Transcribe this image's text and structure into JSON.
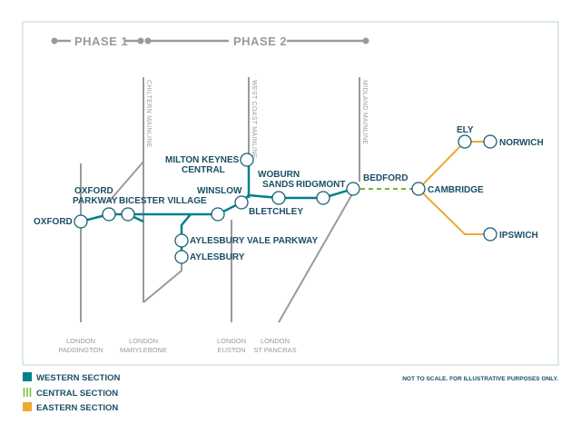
{
  "phases": {
    "phase1": "PHASE 1",
    "phase2": "PHASE 2"
  },
  "rail_lines": {
    "chiltern": "CHILTERN MAINLINE",
    "west_coast": "WEST COAST MAINLINE",
    "midland": "MIDLAND MAINLINE"
  },
  "termini": {
    "paddington": [
      "LONDON",
      "PADDINGTON"
    ],
    "marylebone": [
      "LONDON",
      "MARYLEBONE"
    ],
    "euston": [
      "LONDON",
      "EUSTON"
    ],
    "st_pancras": [
      "LONDON",
      "ST PANCRAS"
    ]
  },
  "stations": {
    "oxford": "OXFORD",
    "oxford_parkway": [
      "OXFORD",
      "PARKWAY"
    ],
    "bicester_village": "BICESTER VILLAGE",
    "winslow": "WINSLOW",
    "aylesbury_vale_parkway": "AYLESBURY VALE PARKWAY",
    "aylesbury": "AYLESBURY",
    "milton_keynes_central": [
      "MILTON KEYNES",
      "CENTRAL"
    ],
    "bletchley": "BLETCHLEY",
    "woburn_sands": [
      "WOBURN",
      "SANDS"
    ],
    "ridgmont": "RIDGMONT",
    "bedford": "BEDFORD",
    "cambridge": "CAMBRIDGE",
    "ely": "ELY",
    "norwich": "NORWICH",
    "ipswich": "IPSWICH"
  },
  "legend": {
    "western": {
      "label": "WESTERN SECTION",
      "color": "#00808a"
    },
    "central": {
      "label": "CENTRAL SECTION",
      "color": "#76b82a"
    },
    "eastern": {
      "label": "EASTERN SECTION",
      "color": "#f0a830"
    }
  },
  "note": "NOT TO SCALE. FOR ILLUSTRATIVE PURPOSES ONLY."
}
